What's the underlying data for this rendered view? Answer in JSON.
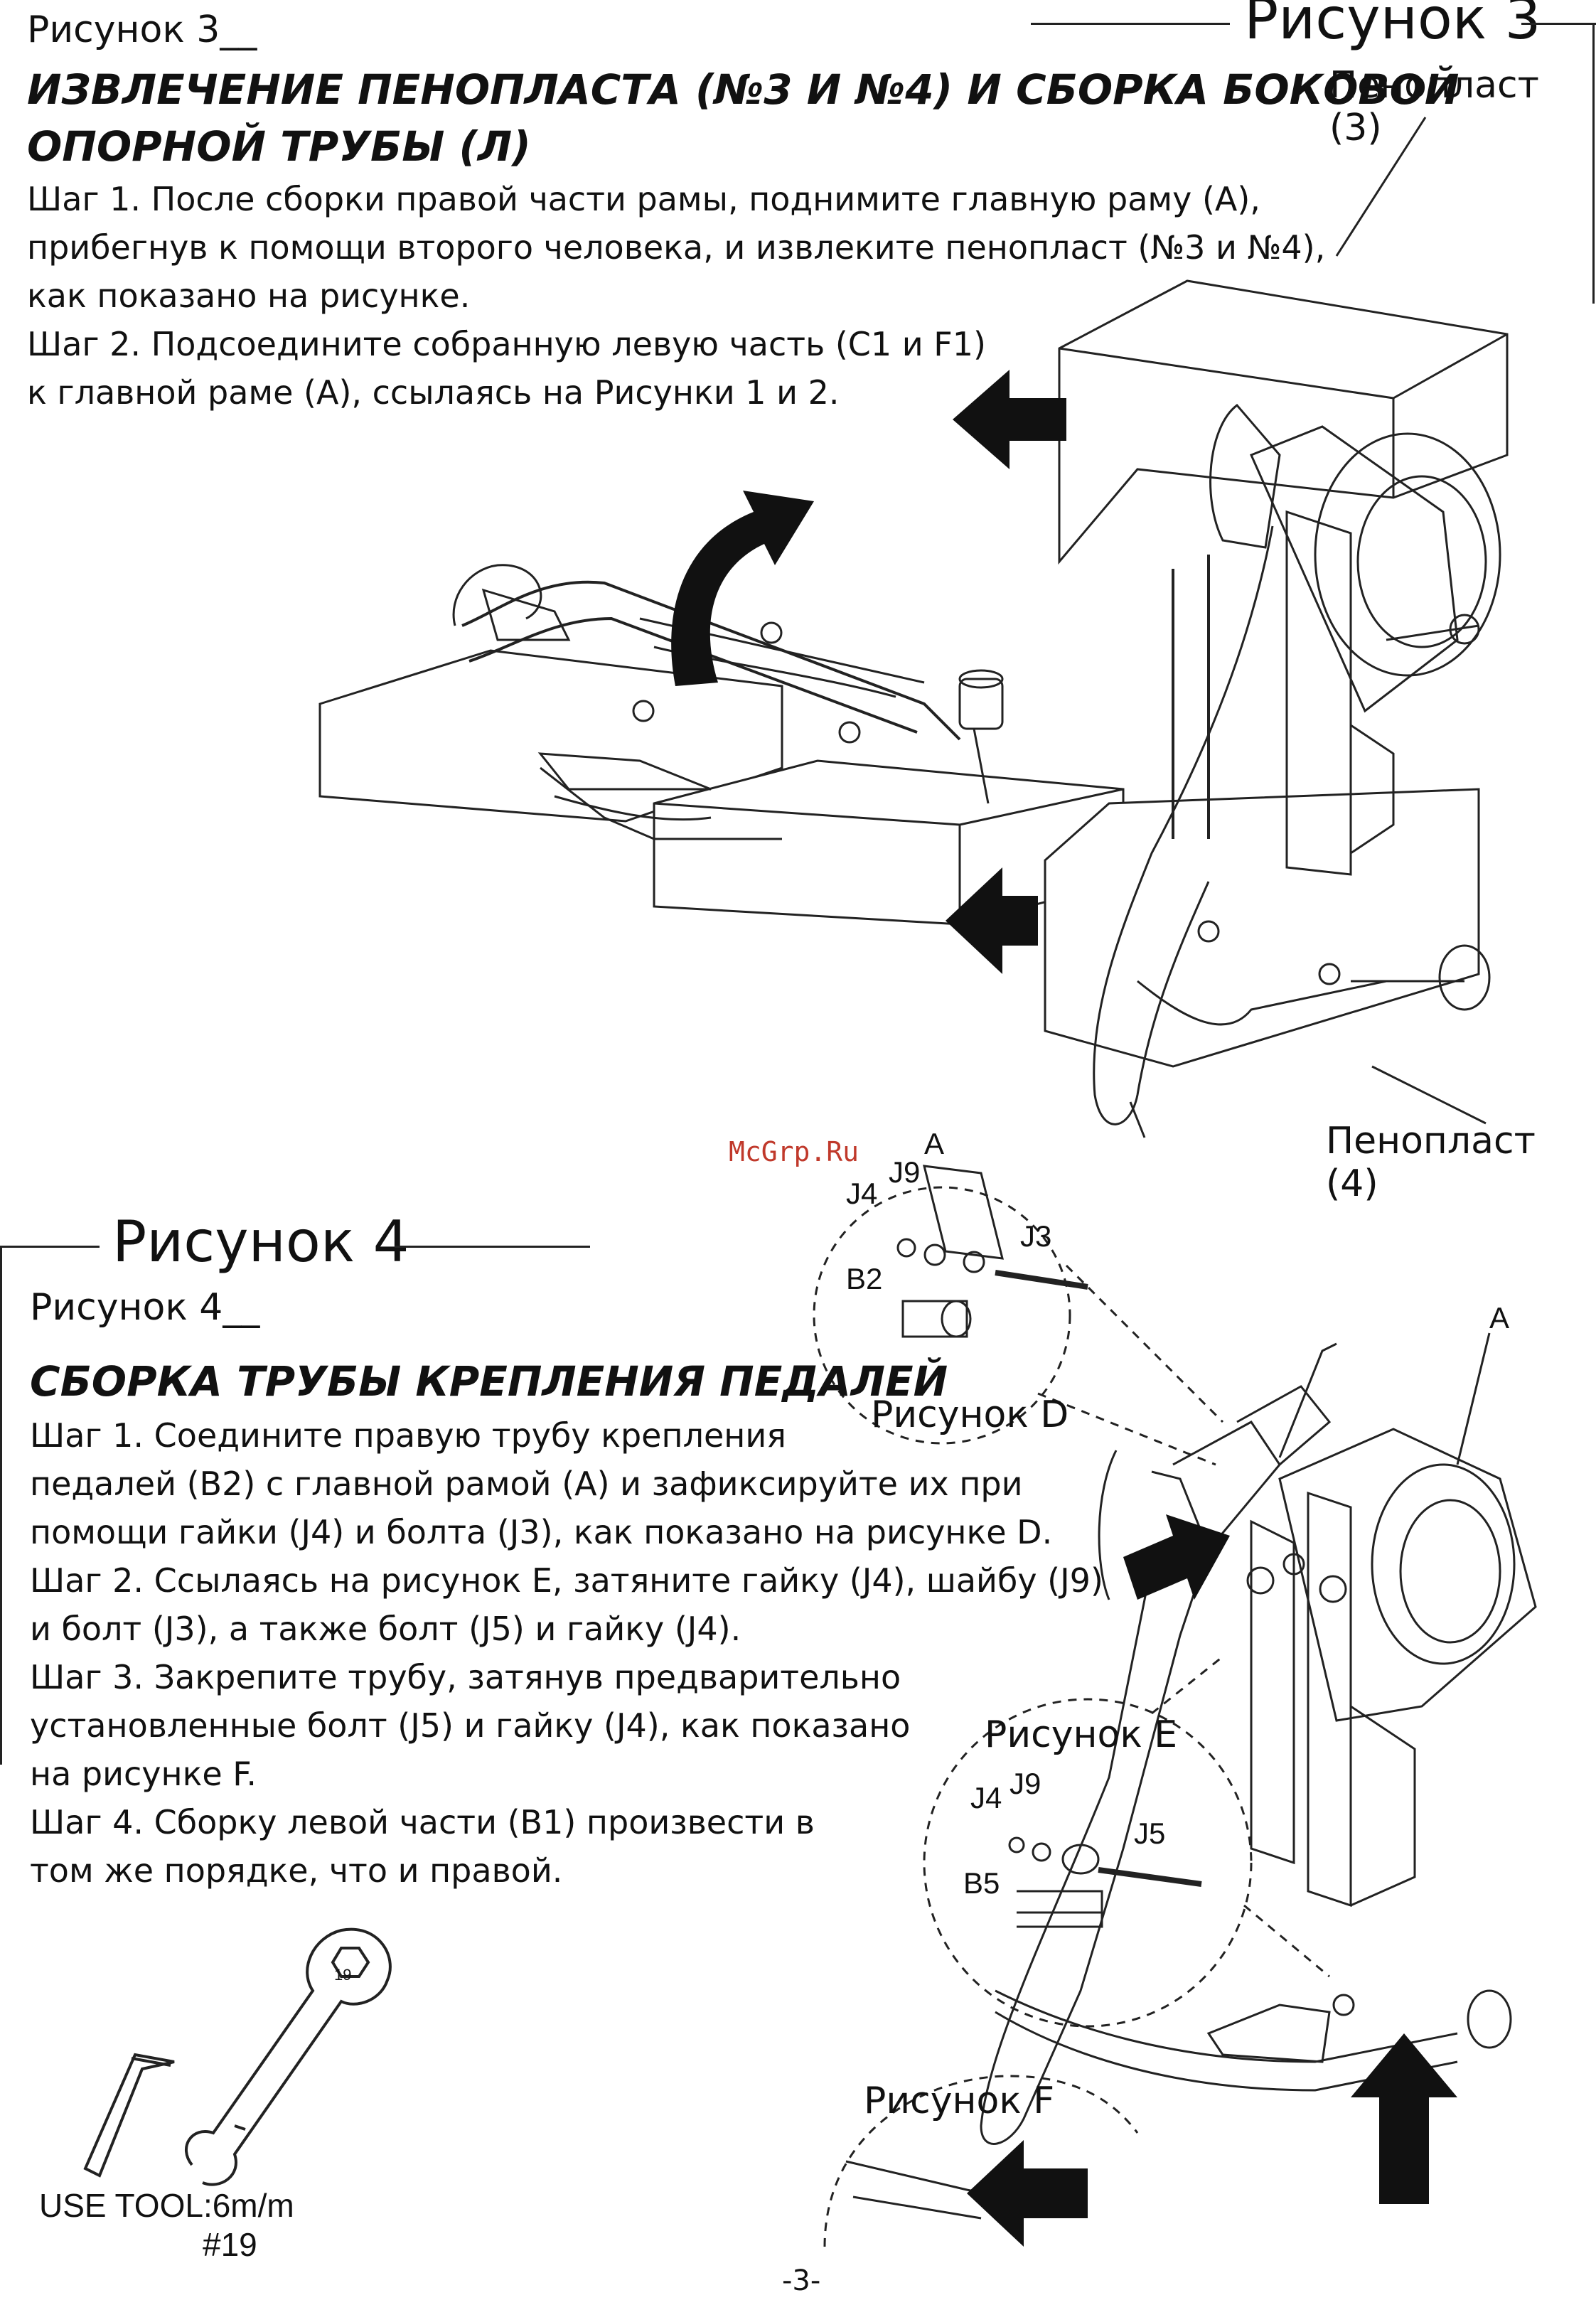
{
  "section3": {
    "code": "Рисунок 3__",
    "title_line1": "ИЗВЛЕЧЕНИЕ ПЕНОПЛАСТА (№3 И №4) И СБОРКА БОКОВОЙ",
    "title_line2": "ОПОРНОЙ ТРУБЫ (Л)",
    "steps": [
      "Шаг 1. После сборки правой части рамы, поднимите главную раму (A),",
      "прибегнув к помощи второго человека, и извлеките пенопласт (№3 и №4),",
      "как показано на рисунке.",
      "Шаг 2. Подсоедините собранную левую часть (C1 и F1)",
      "к главной раме (A), ссылаясь на Рисунки 1 и 2."
    ],
    "figure_title": "Рисунок 3",
    "foam3_label": "Пенопласт (3)",
    "foam4_label": "Пенопласт (4)"
  },
  "watermark": "McGrp.Ru",
  "section4": {
    "figure_title": "Рисунок 4",
    "code": "Рисунок 4__",
    "title": "СБОРКА ТРУБЫ КРЕПЛЕНИЯ ПЕДАЛЕЙ",
    "steps": [
      "Шаг 1. Соедините правую трубу крепления",
      "педалей (B2) с главной рамой (A) и зафиксируйте их при",
      "помощи гайки (J4) и болта (J3), как показано на рисунке D.",
      "Шаг 2. Ссылаясь на рисунок E, затяните гайку (J4), шайбу (J9)",
      "и болт (J3), а также болт (J5) и гайку (J4).",
      "Шаг 3. Закрепите трубу, затянув предварительно",
      "установленные болт (J5) и гайку (J4), как показано",
      "на рисунке F.",
      "Шаг 4. Сборку левой части (B1) произвести в",
      "том же порядке, что и правой."
    ],
    "detail_d": {
      "title": "Рисунок D",
      "parts": [
        "A",
        "J9",
        "J4",
        "J3",
        "B2"
      ]
    },
    "detail_e": {
      "title": "Рисунок E",
      "parts": [
        "J4",
        "J9",
        "J5",
        "B5"
      ]
    },
    "detail_f": {
      "title": "Рисунок F"
    },
    "frame_label": "A"
  },
  "tools": {
    "label": "USE TOOL:6m/m",
    "size": "#19",
    "wrench_mark": "19"
  },
  "page_number": "-3-"
}
